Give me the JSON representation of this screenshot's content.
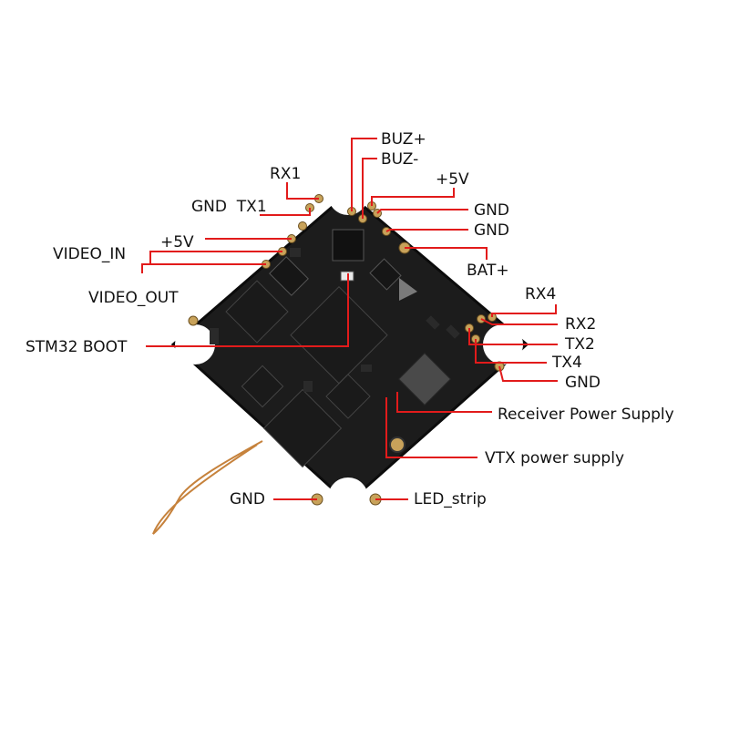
{
  "image": {
    "subject": "flight-controller-board",
    "accent_color": "#e21b1b",
    "board_color": "#1c1c1c",
    "pad_color": "#c8a25a",
    "antenna_color": "#c6823c"
  },
  "labels": {
    "buz_plus": "BUZ+",
    "buz_minus": "BUZ-",
    "rx1": "RX1",
    "plus5v_top": "+5V",
    "gnd_tx1": "GND  TX1",
    "gnd_1": "GND",
    "gnd_2": "GND",
    "video_in": "VIDEO_IN",
    "plus5v_left": "+5V",
    "bat_plus": "BAT+",
    "video_out": "VIDEO_OUT",
    "rx4": "RX4",
    "rx2": "RX2",
    "stm32_boot": "STM32 BOOT",
    "tx2": "TX2",
    "tx4": "TX4",
    "gnd_right": "GND",
    "receiver_power": "Receiver Power Supply",
    "vtx_power": "VTX power supply",
    "gnd_bottom": "GND",
    "led_strip": "LED_strip"
  }
}
